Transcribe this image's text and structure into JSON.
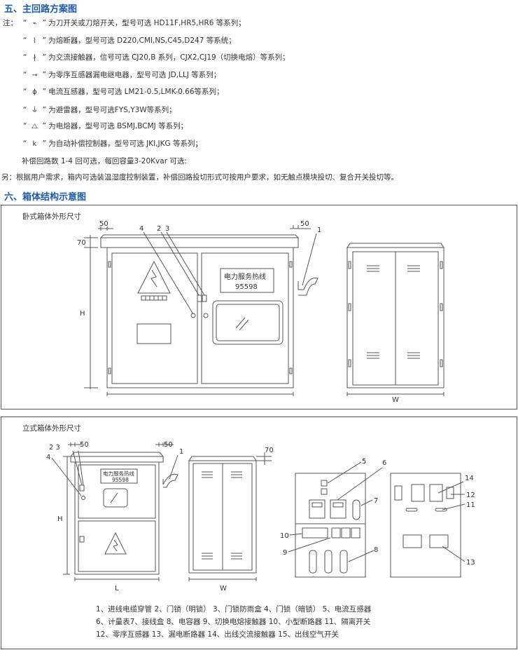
{
  "section5": {
    "title": "五、主回路方案图",
    "note_prefix": "注：",
    "items": [
      {
        "icon": "knife-switch-icon",
        "symbol": "⌁",
        "text": "为刀开关或刀熔开关，型号可选 HD11F,HR5,HR6 等系列；"
      },
      {
        "icon": "fuse-icon",
        "symbol": "⌇",
        "text": "为熔断器，型号可选 D220,CMI,NS,C45,D247 等系统；"
      },
      {
        "icon": "contactor-icon",
        "symbol": "∤",
        "text": "为交流接触器，信号可选 CJ20,B 系列，CJX2,CJ19（切换电熔）等系列；"
      },
      {
        "icon": "residual-current-icon",
        "symbol": "⊸",
        "text": "为零序互感器漏电继电器，型号可选 JD,LLJ 等系列；"
      },
      {
        "icon": "current-transformer-icon",
        "symbol": "ϕ",
        "text": "电流互感器，型号可选 LM21-0.5,LMK-0.66等系列；"
      },
      {
        "icon": "arrester-icon",
        "symbol": "⏚",
        "text": "为避雷器，型号可选FYS,Y3W等系列；"
      },
      {
        "icon": "capacitor-icon",
        "symbol": "⧍",
        "text": "为电熔器，型号可选 BSMJ,BCMJ 等系列；"
      },
      {
        "icon": "controller-icon",
        "symbol": "k",
        "text": "为自动补偿控制器，型号可选 JKI,JKG 等系列；"
      }
    ],
    "compensation_text": "补偿回路数 1-4 回可选，每回容量3-20Kvar 可选:",
    "other_text": "另：根据用户需求，箱内可选装温湿度控制装置，补偿回路投切形式可按用户要求，如无触点模块投切、复合开关投切等。"
  },
  "section6": {
    "title": "六、箱体结构示意图",
    "panel1": {
      "title": "卧式箱体外形尺寸",
      "dim_50_left": "50",
      "dim_50_right": "50",
      "dim_70": "70",
      "dim_h": "H",
      "dim_w": "W",
      "callout_1": "1",
      "callout_2": "2",
      "callout_3": "3",
      "callout_4": "4",
      "sign_line1": "电力服务热线",
      "sign_line2": "95598"
    },
    "panel2": {
      "title": "立式箱体外形尺寸",
      "dim_50_left": "50",
      "dim_50_right": "50",
      "dim_70": "70",
      "dim_h": "H",
      "dim_l": "L",
      "dim_w": "W",
      "callout_1": "1",
      "callout_23": "2 3",
      "callout_4": "4",
      "sign_line1": "电力服务热线",
      "sign_line2": "95598",
      "callouts_inner": [
        "5",
        "6",
        "7",
        "8",
        "9",
        "10",
        "11",
        "12",
        "13",
        "14"
      ]
    },
    "legend": [
      "1、进线电缆穿管   2、门锁（明锁）  3、门锁防雨盒  4、门锁（暗锁） 5、电流互感器",
      "6、计量表7、接线盒  8、电容器  9、切换电熔接触器  10、小型断路器     11、隔离开关",
      "12、零序互感器     13、漏电断路器        14、出线交流接触器      15、出线空气开关"
    ]
  },
  "colors": {
    "heading": "#1d5ba4",
    "line": "#555555",
    "text": "#333333"
  }
}
